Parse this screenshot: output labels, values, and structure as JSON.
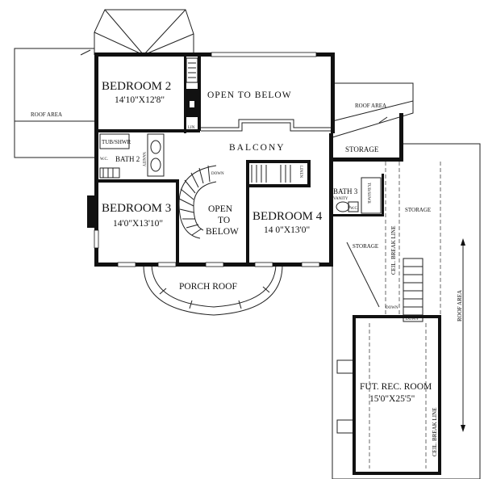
{
  "rooms": {
    "bedroom2": {
      "name": "BEDROOM 2",
      "dims": "14'10\"X12'8\""
    },
    "bedroom3": {
      "name": "BEDROOM 3",
      "dims": "14'0\"X13'10\""
    },
    "bedroom4": {
      "name": "BEDROOM 4",
      "dims": "14 0\"X13'0\""
    },
    "fut_rec_room": {
      "name": "FUT. REC. ROOM",
      "dims": "15'0\"X25'5\""
    },
    "bath2": "BATH 2",
    "bath3": "BATH 3",
    "balcony": "BALCONY",
    "open_to_below_top": "OPEN TO BELOW",
    "open_to_below_stair": [
      "OPEN",
      "TO",
      "BELOW"
    ],
    "storage_upper": "STORAGE",
    "storage_mid": "STORAGE",
    "storage_right": "STORAGE",
    "porch_roof": "PORCH ROOF"
  },
  "fixtures": {
    "linen_left": "LIN",
    "linen_center": "LINEN",
    "tub_shwr_left": "TUB/SHWR",
    "tub_shwr_right": "TUB/SHWR",
    "vanity_left": "VANITY",
    "vanity_right": "VANITY",
    "wc_left": "W.C.",
    "wc_right": "W.C."
  },
  "annotations": {
    "roof_area_left": "ROOF AREA",
    "roof_area_top_right": "ROOF AREA",
    "roof_area_right": "ROOF AREA",
    "ceil_break_line_mid": "CEIL. BREAK LINE",
    "ceil_break_line_rec": "CEIL. BREAK LINE",
    "down_stair": "DOWN",
    "down_left": "DOWN",
    "down_right": "DOWN"
  }
}
